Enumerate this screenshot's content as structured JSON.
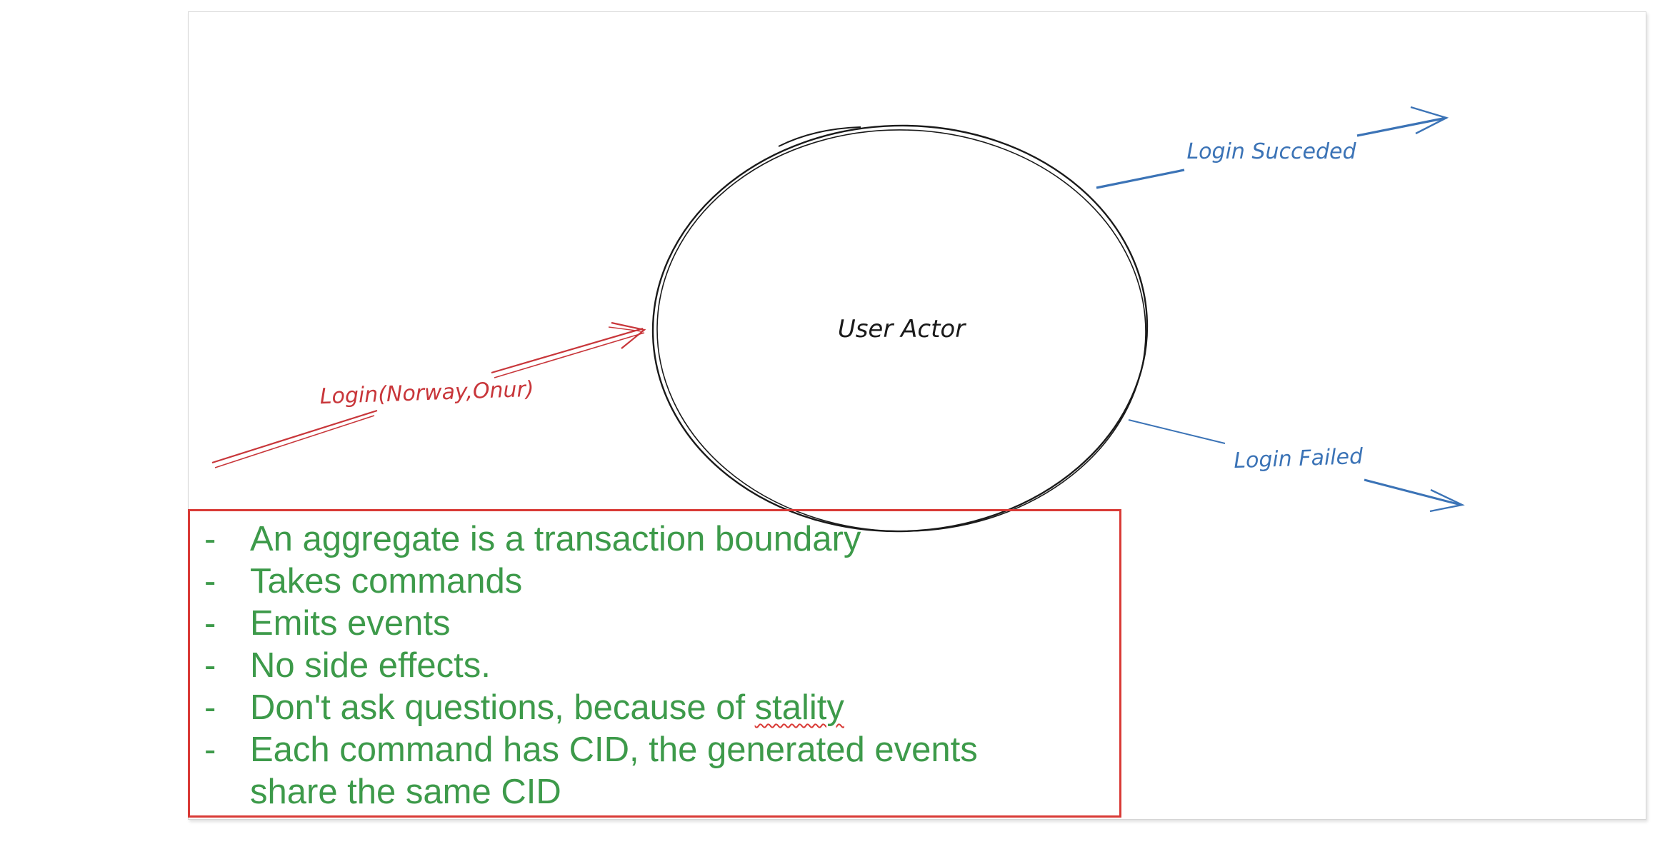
{
  "diagram": {
    "actor_label": "User Actor",
    "command_label": "Login(Norway,Onur)",
    "event_success_label": "Login Succeded",
    "event_failure_label": "Login Failed",
    "colors": {
      "command": "#c8363a",
      "event": "#3b73b6",
      "actor_outline": "#1a1a1a"
    }
  },
  "notes": {
    "border_color": "#d93a36",
    "text_color": "#3d9a4a",
    "bullet_marker": "-",
    "items": [
      {
        "text": "An aggregate is a transaction boundary"
      },
      {
        "text": "Takes commands"
      },
      {
        "text": "Emits events"
      },
      {
        "text": "No side effects."
      },
      {
        "prefix": "Don't ask questions, because of ",
        "flagged": "stality"
      },
      {
        "text": "Each command has CID, the generated events\nshare the same CID"
      }
    ]
  }
}
